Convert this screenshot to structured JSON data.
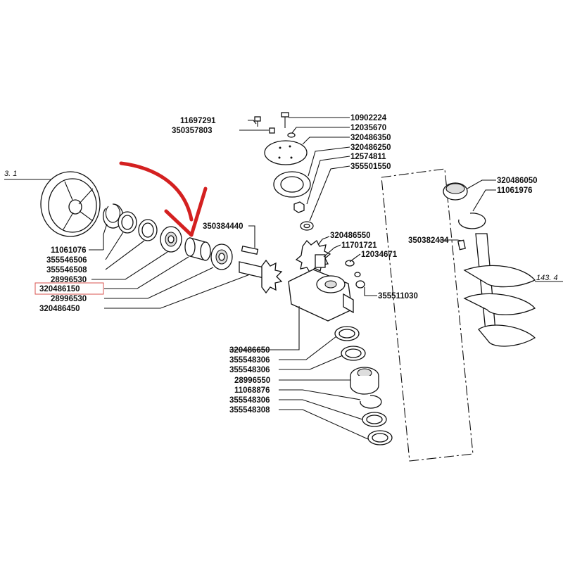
{
  "page_refs": {
    "left": "3. 1",
    "right": "143. 4"
  },
  "parts_left": [
    "11061076",
    "355546506",
    "355546508",
    "28996530",
    "320486150",
    "28996530",
    "320486450"
  ],
  "parts_top": {
    "left": [
      "11697291",
      "350357803"
    ],
    "right": [
      "10902224",
      "12035670",
      "320486350",
      "320486250",
      "12574811",
      "355501550"
    ]
  },
  "parts_mid": [
    "350384440",
    "320486550",
    "11701721",
    "12034671",
    "355511030"
  ],
  "parts_bottom": [
    "320486650",
    "355548306",
    "355548306",
    "28996550",
    "11068876",
    "355548306",
    "355548308"
  ],
  "parts_right": [
    "320486050",
    "11061976",
    "350382434"
  ],
  "highlight": {
    "part": "320486150",
    "box_color": "#d9534f",
    "arrow_color": "#d42020"
  }
}
